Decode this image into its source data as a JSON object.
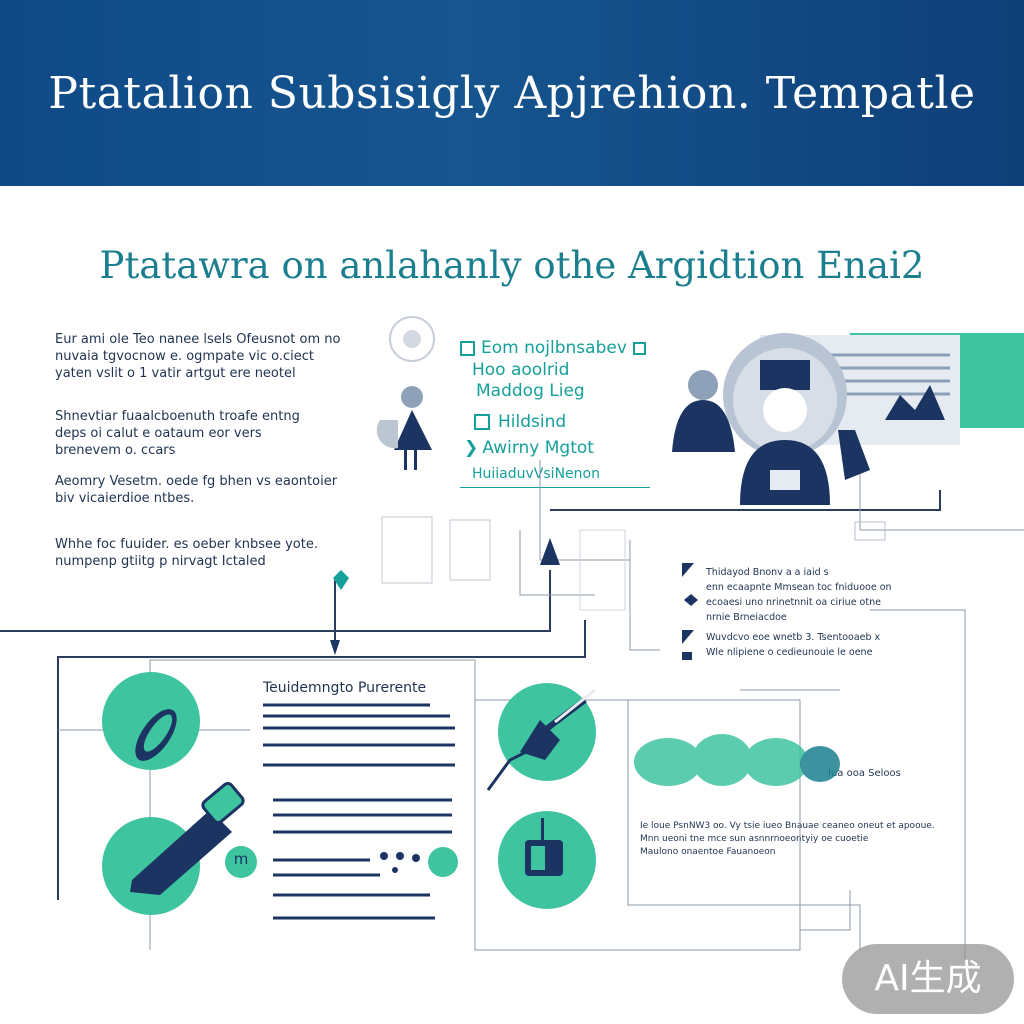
{
  "header": {
    "title": "Ptatalion Subsisigly Apjrehion. Tempatle"
  },
  "section": {
    "title": "Ptatawra on anlahanly othe Argidtion Enai2"
  },
  "left_paragraphs": [
    "Eur ami ole Teo nanee lsels   Ofeusnot om no\nnuvaia tgvocnow e. ogmpate vic o.ciect\nyaten vslit  o 1  vatir artgut ere neotel",
    "Shnevtiar fuaalcboenuth troafe entng\ndeps oi calut e oataum eor vers\nbrenevem  o. ccars",
    "Aeomry Vesetm.  oede fg  bhen vs eaontoier\nbiv vicaierdioe ntbes.",
    "Whhe foc fuuider.  es oeber knbsee yote.\nnumpenp gtiitg p nirvagt Ictaled"
  ],
  "feature_list": {
    "items": [
      "Eom nojlbnsabev",
      "Hoo aoolrid",
      "Maddog Lieg",
      "Hildsind",
      "Awirny Mgtot",
      "HuiiaduvVsiNenon"
    ]
  },
  "right_notes": [
    "Thidayod Bnonv a a iaid s\nenn ecaapnte Mmsean toc fniduooe on\necoaesi uno nrinetnnit oa ciriue otne\nnrnie Brneiacdoe",
    "Wuvdcvo eoe wnetb 3.  Tsentooaeb x\nWle nlipiene o cedieunouie le oene"
  ],
  "process": {
    "title": "Teuidemngto Purerente"
  },
  "data_notes": {
    "label": "Iua ooa Seloos",
    "caption": "Ie  loue PsnNW3 oo.  Vy tsie iueo Bnauae ceaneo oneut et apooue.\nMnn ueoni tne mce sun asnnrnoeontyiy oe cuoetie\nMaulono onaentoe Fauanoeon"
  },
  "mini_marker": "m",
  "watermark": {
    "text": "AI生成"
  },
  "colors": {
    "navy": "#1b3462",
    "teal": "#3fc4a0",
    "teal_dark": "#16a09a",
    "header_blue": "#13508e",
    "line": "#2b3d5c"
  }
}
